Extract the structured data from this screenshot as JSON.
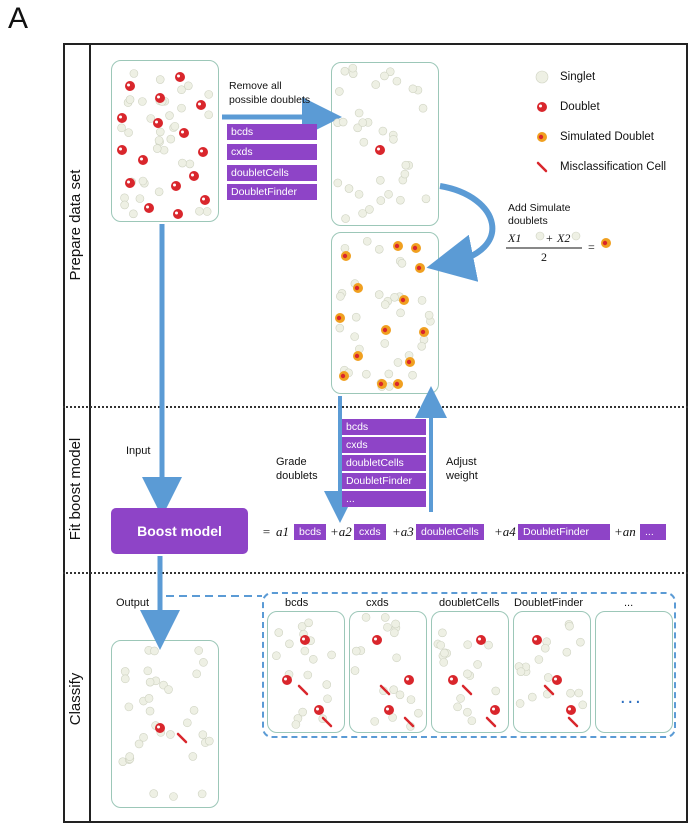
{
  "panel_letter": "A",
  "sections": {
    "prepare": "Prepare data set",
    "fit": "Fit boost model",
    "classify": "Classify"
  },
  "legend": {
    "singlet": "Singlet",
    "doublet": "Doublet",
    "simulated": "Simulated Doublet",
    "misclass": "Misclassification Cell"
  },
  "labels": {
    "remove_line1": "Remove all",
    "remove_line2": "possible doublets",
    "add_sim_line1": "Add Simulate",
    "add_sim_line2": "doublets",
    "input": "Input",
    "grade_line1": "Grade",
    "grade_line2": "doublets",
    "adjust_line1": "Adjust",
    "adjust_line2": "weight",
    "output": "Output",
    "boost_model": "Boost model",
    "eq_x1": "X1",
    "eq_plus": "+",
    "eq_x2": "X2",
    "eq_den": "2",
    "eq_equals": "="
  },
  "methods": [
    "bcds",
    "cxds",
    "doubletCells",
    "DoubletFinder"
  ],
  "methods_mid": [
    "bcds",
    "cxds",
    "doubletCells",
    "DoubletFinder",
    "..."
  ],
  "formula": {
    "eq": "=",
    "a1": "a1",
    "p2": "+a2",
    "p3": "+a3",
    "p4": "+a4",
    "pn": "+an",
    "t1": "bcds",
    "t2": "cxds",
    "t3": "doubletCells",
    "t4": "DoubletFinder",
    "tn": "..."
  },
  "classify_methods": [
    "bcds",
    "cxds",
    "doubletCells",
    "DoubletFinder",
    "..."
  ],
  "classify_ellipsis": "...",
  "colors": {
    "purple": "#8e44c7",
    "arrow": "#5b9bd5",
    "doublet": "#d9262c",
    "simulated": "#f0a020",
    "singlet": "#eef0e4",
    "box_border": "#9cc7b8"
  }
}
